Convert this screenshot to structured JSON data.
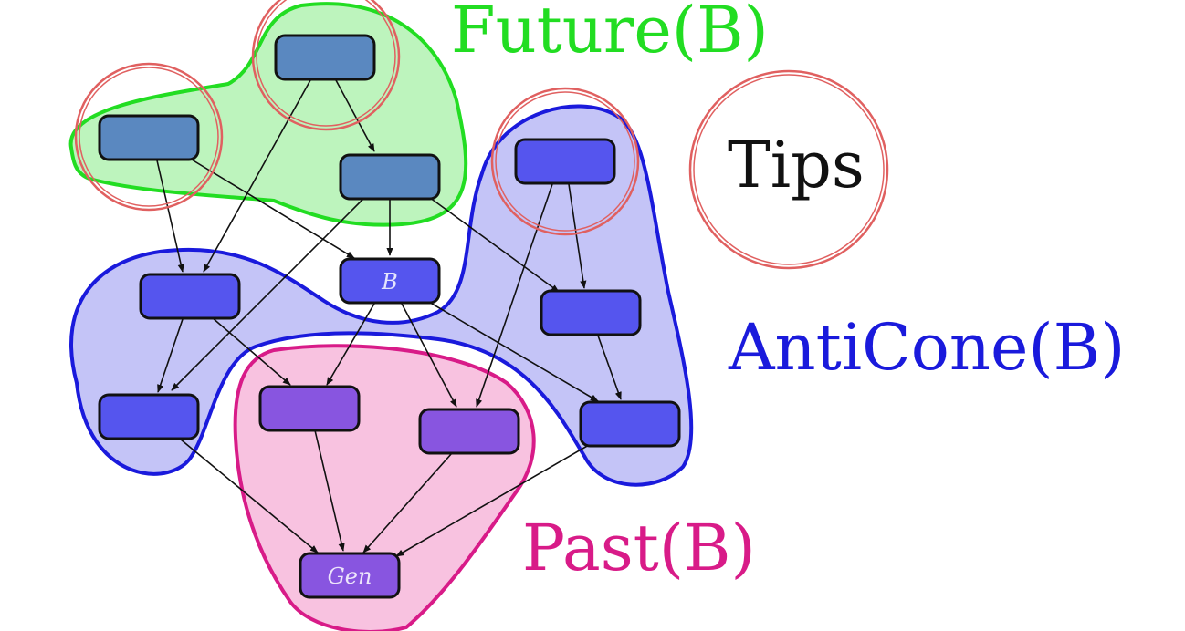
{
  "labels": {
    "future": "Future(B)",
    "tips": "Tips",
    "anticone": "AntiCone(B)",
    "past": "Past(B)"
  },
  "nodes": {
    "b": "B",
    "gen": "Gen"
  },
  "colors": {
    "future": "#22dd22",
    "future_fill": "#bdf4bd",
    "anticone": "#1a1adc",
    "anticone_fill": "#c4c4f7",
    "past": "#d81b88",
    "past_fill": "#f8c2e0",
    "tips": "#e06060",
    "node_future": "#5a88c0",
    "node_anticone": "#5555ee",
    "node_past": "#8855e0",
    "edge": "#111111"
  }
}
